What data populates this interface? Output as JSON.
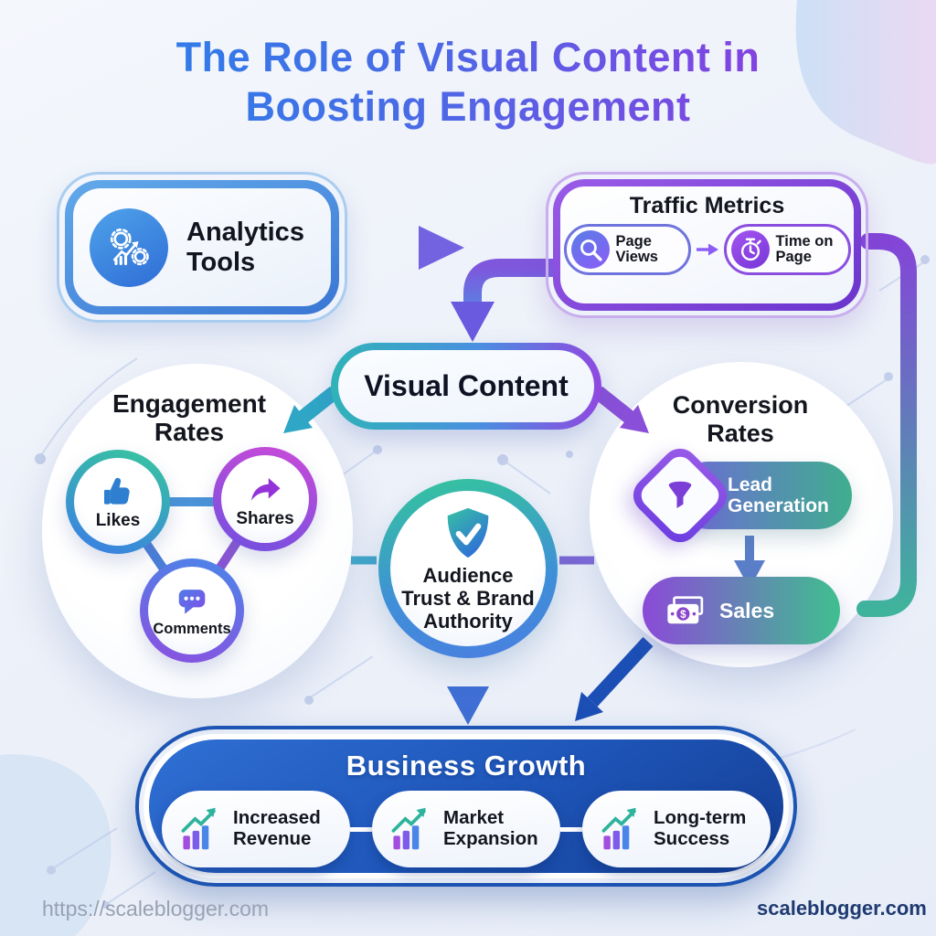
{
  "page": {
    "title_line1": "The Role of Visual Content in",
    "title_line2": "Boosting Engagement",
    "footer_left": "https://scaleblogger.com",
    "footer_right": "scaleblogger.com"
  },
  "nodes": {
    "analytics_tools": {
      "label": "Analytics Tools",
      "icon": "analytics-gears-chart-icon"
    },
    "traffic_metrics": {
      "title": "Traffic Metrics",
      "items": [
        {
          "label": "Page Views",
          "icon": "magnifier-icon"
        },
        {
          "label": "Time on Page",
          "icon": "stopwatch-icon"
        }
      ]
    },
    "visual_content": {
      "label": "Visual Content"
    },
    "engagement_rates": {
      "title": "Engagement Rates",
      "items": [
        {
          "label": "Likes",
          "icon": "thumbs-up-icon"
        },
        {
          "label": "Shares",
          "icon": "share-arrow-icon"
        },
        {
          "label": "Comments",
          "icon": "comment-bubble-icon"
        }
      ]
    },
    "audience_trust": {
      "label": "Audience Trust & Brand Authority",
      "icon": "shield-check-icon"
    },
    "conversion_rates": {
      "title": "Conversion Rates",
      "items": [
        {
          "label": "Lead Generation",
          "icon": "funnel-icon"
        },
        {
          "label": "Sales",
          "icon": "money-icon"
        }
      ]
    },
    "business_growth": {
      "title": "Business Growth",
      "items": [
        {
          "label": "Increased Revenue",
          "icon": "growth-chart-icon"
        },
        {
          "label": "Market Expansion",
          "icon": "growth-chart-icon"
        },
        {
          "label": "Long-term Success",
          "icon": "growth-chart-icon"
        }
      ]
    }
  },
  "colors": {
    "title_gradient_start": "#2e7ee8",
    "title_gradient_end": "#8a3ee0",
    "analytics_blue": "#3a76d4",
    "traffic_purple": "#7a3fd8",
    "teal": "#2fb3a8",
    "business_blue": "#1d55b4",
    "footer_left_gray": "#98a2b3",
    "footer_right_navy": "#1e3a70"
  }
}
